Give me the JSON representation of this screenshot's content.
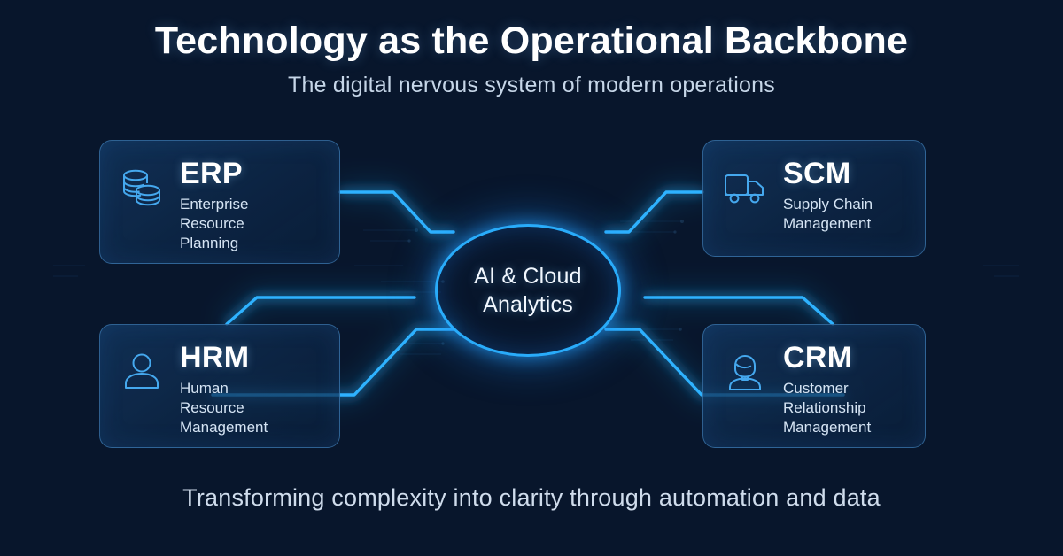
{
  "header": {
    "title": "Technology as the Operational Backbone",
    "subtitle": "The digital nervous system of modern operations"
  },
  "footer": {
    "tagline": "Transforming complexity into clarity through automation and data"
  },
  "hub": {
    "line1": "AI & Cloud",
    "line2": "Analytics",
    "icon": "glowing-circle"
  },
  "cards": [
    {
      "id": "erp",
      "abbr": "ERP",
      "full_line1": "Enterprise",
      "full_line2": "Resource",
      "full_line3": "Planning",
      "icon": "database-stack-icon",
      "position": "top-left"
    },
    {
      "id": "scm",
      "abbr": "SCM",
      "full_line1": "Supply Chain",
      "full_line2": "Management",
      "full_line3": "",
      "icon": "delivery-truck-icon",
      "position": "top-right"
    },
    {
      "id": "hrm",
      "abbr": "HRM",
      "full_line1": "Human",
      "full_line2": "Resource",
      "full_line3": "Management",
      "icon": "person-icon",
      "position": "bottom-left"
    },
    {
      "id": "crm",
      "abbr": "CRM",
      "full_line1": "Customer",
      "full_line2": "Relationship",
      "full_line3": "Management",
      "icon": "headset-agent-icon",
      "position": "bottom-right"
    }
  ],
  "colors": {
    "background_dark": "#0a1a31",
    "background_center": "#10304f",
    "accent_cyan": "#2ab0ff",
    "connector_glow": "#1e9cf5",
    "card_border": "#4687c3",
    "text_primary": "#ffffff",
    "text_secondary": "#d5e4f4"
  }
}
